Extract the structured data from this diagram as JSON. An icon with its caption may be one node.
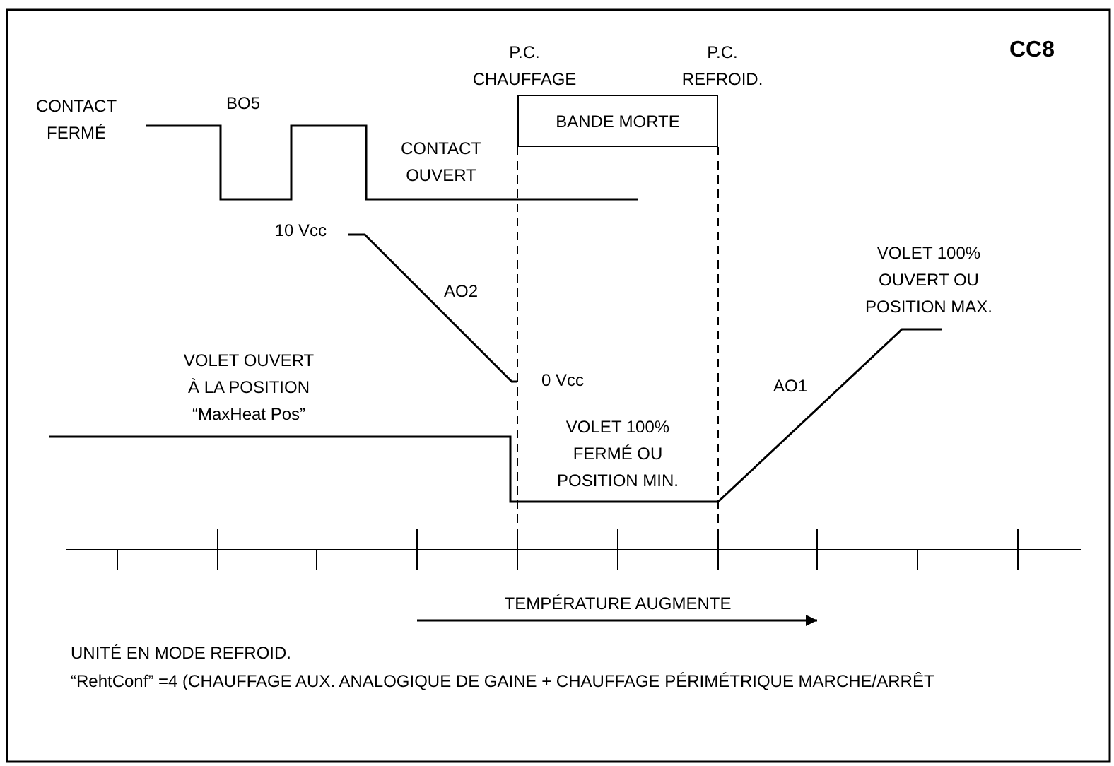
{
  "diagram": {
    "title": "CC8",
    "nodes": [
      {
        "text": [
          "BANDE MORTE"
        ]
      }
    ],
    "edges": [],
    "labels": [
      "P.C. CHAUFFAGE",
      "P.C. REFROID.",
      "CONTACT FERMÉ",
      "BO5",
      "CONTACT OUVERT",
      "10 Vcc",
      "AO2",
      "VOLET 100% OUVERT OU POSITION MAX.",
      "VOLET OUVERT À LA POSITION “MaxHeat Pos”",
      "0 Vcc",
      "AO1",
      "VOLET 100% FERMÉ OU POSITION MIN.",
      "TEMPÉRATURE AUGMENTE",
      "UNITÉ EN MODE REFROID.",
      "“RehtConf” =4 (CHAUFFAGE AUX. ANALOGIQUE DE GAINE + CHAUFFAGE PÉRIMÉTRIQUE MARCHE/ARRÊT"
    ]
  }
}
